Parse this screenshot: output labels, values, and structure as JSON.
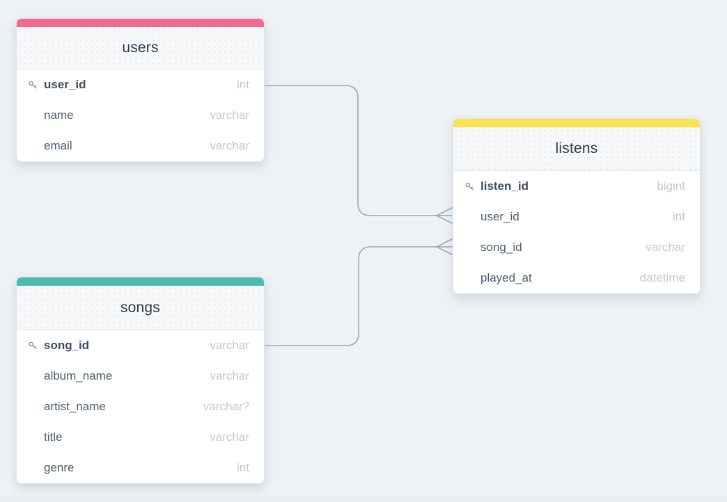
{
  "diagram": {
    "kind": "database-er-diagram",
    "background_color": "#eef2f5",
    "relationship_line_color": "#9aa6b3",
    "tables": [
      {
        "name": "users",
        "accent_color": "#f06a92",
        "fields": [
          {
            "name": "user_id",
            "type": "int",
            "pk": true
          },
          {
            "name": "name",
            "type": "varchar",
            "pk": false
          },
          {
            "name": "email",
            "type": "varchar",
            "pk": false
          }
        ]
      },
      {
        "name": "listens",
        "accent_color": "#fde34d",
        "fields": [
          {
            "name": "listen_id",
            "type": "bigint",
            "pk": true
          },
          {
            "name": "user_id",
            "type": "int",
            "pk": false
          },
          {
            "name": "song_id",
            "type": "varchar",
            "pk": false
          },
          {
            "name": "played_at",
            "type": "datetime",
            "pk": false
          }
        ]
      },
      {
        "name": "songs",
        "accent_color": "#4cbcae",
        "fields": [
          {
            "name": "song_id",
            "type": "varchar",
            "pk": true
          },
          {
            "name": "album_name",
            "type": "varchar",
            "pk": false
          },
          {
            "name": "artist_name",
            "type": "varchar?",
            "pk": false
          },
          {
            "name": "title",
            "type": "varchar",
            "pk": false
          },
          {
            "name": "genre",
            "type": "int",
            "pk": false
          }
        ]
      }
    ],
    "relationships": [
      {
        "from": "users.user_id",
        "to": "listens.user_id",
        "cardinality": "one-to-many",
        "many_side": "listens"
      },
      {
        "from": "songs.song_id",
        "to": "listens.song_id",
        "cardinality": "one-to-many",
        "many_side": "listens"
      }
    ]
  }
}
